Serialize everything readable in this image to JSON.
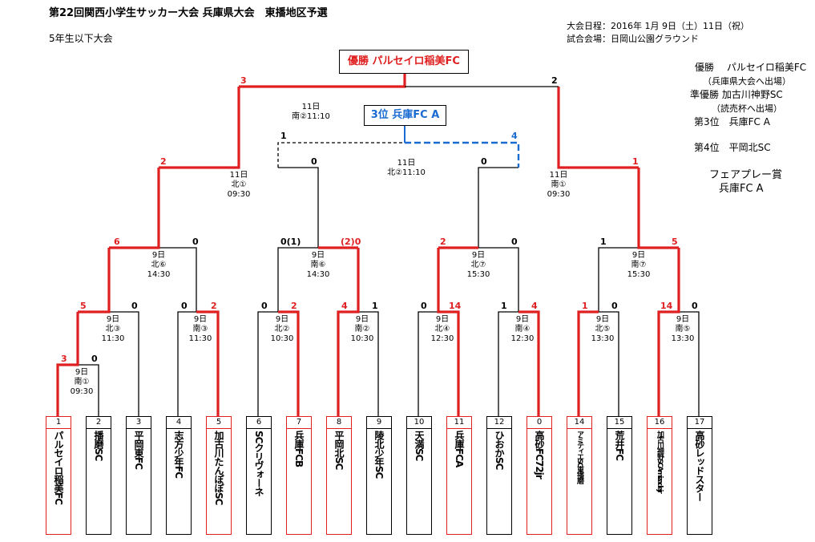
{
  "header": {
    "title": "第22回関西小学生サッカー大会 兵庫県大会　東播地区予選",
    "subtitle": "5年生以下大会",
    "schedule": "大会日程：2016年 1月 9日（土）11日（祝）",
    "venue": "試合会場：日岡山公園グラウンド"
  },
  "champion_box": "優勝 パルセイロ稲美FC",
  "third_box": "3位 兵庫FC A",
  "results": {
    "l1": "優勝　 パルセイロ稲美FC",
    "l2": "（兵庫県大会へ出場）",
    "l3": "準優勝 加古川神野SC",
    "l4": "（読売杯へ出場）",
    "l5": "第3位　兵庫FC A",
    "l6": "第4位　平岡北SC",
    "l7": "フェアプレー賞",
    "l8": "兵庫FC A"
  },
  "matches": {
    "final": "11日\n南②11:10",
    "third": "11日\n北②11:10",
    "sf1": "11日\n北①\n09:30",
    "sf2": "11日\n南①\n09:30",
    "qf1": "9日\n北⑥\n14:30",
    "qf2": "9日\n南⑥\n14:30",
    "qf3": "9日\n北⑦\n15:30",
    "qf4": "9日\n南⑦\n15:30",
    "r1": "9日\n北③\n11:30",
    "r2": "9日\n南③\n11:30",
    "r3": "9日\n北②\n10:30",
    "r4": "9日\n南②\n10:30",
    "r5": "9日\n北④\n12:30",
    "r6": "9日\n南④\n12:30",
    "r7": "9日\n北⑤\n13:30",
    "r8": "9日\n南⑤\n13:30",
    "p1": "9日\n南①\n09:30"
  },
  "scores": {
    "final_l": "3",
    "final_r": "2",
    "third_l": "1",
    "third_r": "4",
    "sf1_l": "2",
    "sf1_r": "0",
    "sf2_l": "0",
    "sf2_r": "1",
    "qf1_l": "6",
    "qf1_r": "0",
    "qf2_l": "0(1)",
    "qf2_r": "(2)0",
    "qf3_l": "2",
    "qf3_r": "0",
    "qf4_l": "1",
    "qf4_r": "5",
    "r1_l": "5",
    "r1_r": "0",
    "r2_l": "0",
    "r2_r": "2",
    "r3_l": "0",
    "r3_r": "2",
    "r4_l": "4",
    "r4_r": "1",
    "r5_l": "0",
    "r5_r": "14",
    "r6_l": "1",
    "r6_r": "4",
    "r7_l": "1",
    "r7_r": "0",
    "r8_l": "14",
    "r8_r": "0",
    "p1_l": "3",
    "p1_r": "0"
  },
  "teams": [
    {
      "no": "1",
      "name": "パルセイロ稲美FC"
    },
    {
      "no": "2",
      "name": "播磨SC"
    },
    {
      "no": "3",
      "name": "平岡東FC"
    },
    {
      "no": "4",
      "name": "志方少年FC"
    },
    {
      "no": "5",
      "name": "加古川たんぽぽSC"
    },
    {
      "no": "6",
      "name": "SCクリヴォーネ"
    },
    {
      "no": "7",
      "name": "兵庫FCB"
    },
    {
      "no": "8",
      "name": "平岡北SC"
    },
    {
      "no": "9",
      "name": "陵北少年SC"
    },
    {
      "no": "10",
      "name": "天満SC"
    },
    {
      "no": "11",
      "name": "兵庫FCA"
    },
    {
      "no": "12",
      "name": "ひおかSC"
    },
    {
      "no": "0",
      "name": "高砂FC72jr"
    },
    {
      "no": "14",
      "name": "アミティエSC東播磨"
    },
    {
      "no": "15",
      "name": "荒井FC"
    },
    {
      "no": "16",
      "name": "加古川神野SCAmizadejr"
    },
    {
      "no": "17",
      "name": "高砂レッドスター"
    }
  ],
  "colors": {
    "winner_line": "#e02020",
    "third_line": "#1a6bd2",
    "line": "#000000"
  }
}
